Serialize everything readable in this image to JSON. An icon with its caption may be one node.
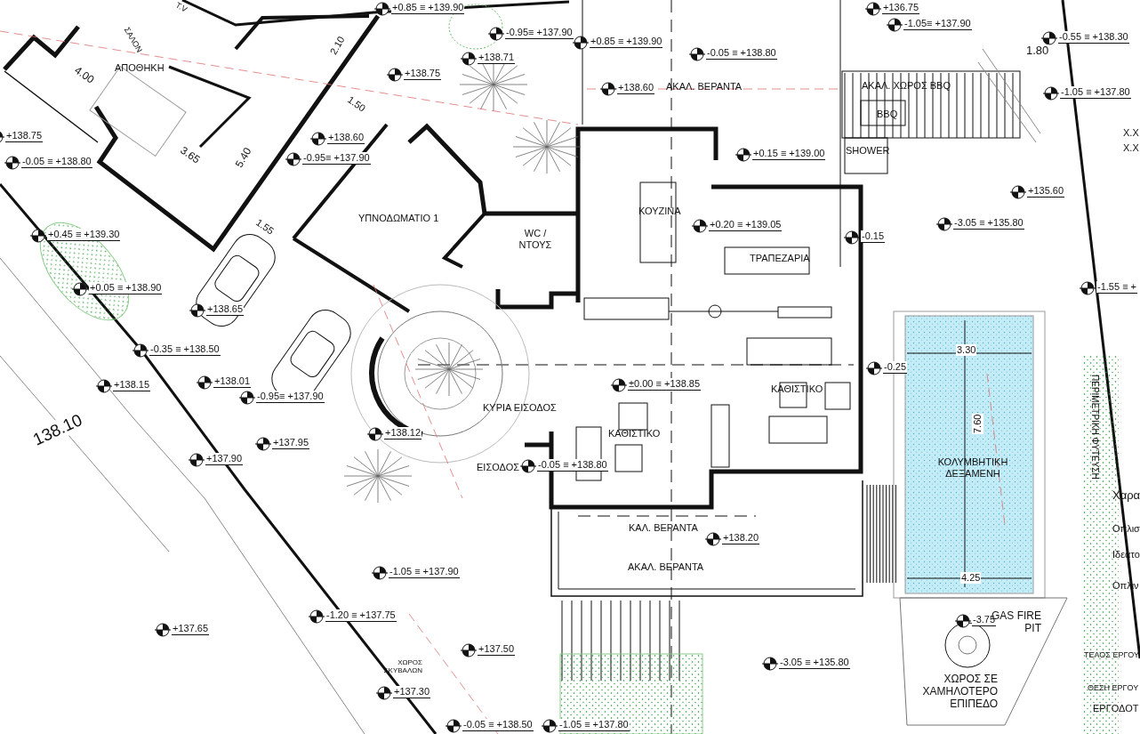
{
  "diagram": {
    "labels": [
      "+0.85 ≡ +139.90",
      "T.V",
      "+136.75",
      "-1.05≡ +137.90",
      "ΣΑΛΟΝ",
      "-0.95≡ +137.90",
      "-0.55 ≡ +138.30",
      "+0.85 ≡ +139.90",
      "2.10",
      "-0.05 ≡ +138.80",
      "1.80",
      "+138.71",
      "4.00",
      "+138.75",
      "ΑΠΟΘΗΚΗ",
      "ΑΚΑΛ. ΧΩΡΟΣ BBQ",
      "+138.60",
      "ΑΚΑΛ. ΒΕΡΑΝΤΑ",
      "-1.05 ≡ +137.80",
      "1.50",
      "BBQ",
      "X.X",
      "X.X",
      "+138.75",
      "+138.60",
      "+0.15 ≡ +139.00",
      "SHOWER",
      "3.65",
      "-0.95≡ +137.90",
      "5.40",
      "-0.05 ≡ +138.80",
      "+135.60",
      "ΚΟΥΖΙΝΑ",
      "ΥΠΝΟΔΩΜΑΤΙΟ 1",
      "-3.05 ≡ +135.80",
      "+0.20 ≡ +139.05",
      "1.55",
      "WC / ΝΤΟΥΣ",
      "+0.45 ≡ +139.30",
      "-0.15",
      "ΤΡΑΠΕΖΑΡΙΑ",
      "-1.55 ≡ +",
      "+0.05 ≡ +138.90",
      "+138.65",
      "3.30",
      "-0.35 ≡ +138.50",
      "-0.25",
      "+138.01",
      "±0.00 ≡ +138.85",
      "+138.15",
      "ΚΑΘΙΣΤΙΚΟ",
      "-0.95≡ +137.90",
      "ΚΥΡΙΑ ΕΙΣΟΔΟΣ",
      "7.60",
      "138.10",
      "ΚΑΘΙΣΤΙΚΟ",
      "+138.12",
      "+137.95",
      "ΠΕΡΙΜΕΤΡΙΚΗ ΦΥΤΕΥΣΗ",
      "+137.90",
      "ΚΟΛΥΜΒΗΤΙΚΗ ΔΕΞΑΜΕΝΗ",
      "ΕΙΣΟΔΟΣ",
      "-0.05 ≡ +138.80",
      "Χαρα",
      "ΚΑΛ. ΒΕΡΑΝΤΑ",
      "+138.20",
      "Οπλισ",
      "Ιδεατο",
      "ΑΚΑΛ. ΒΕΡΑΝΤΑ",
      "-1.05 ≡ +137.90",
      "4.25",
      "Οπλιν",
      "-1.20 ≡ +137.75",
      "-3.75",
      "GAS FIRE PIT",
      "+137.65",
      "ΤΕΛΟΣ ΕΡΓΟΥ",
      "+137.50",
      "-3.05 ≡ +135.80",
      "ΧΩΡΟΣ ΣΚΥΒΑΛΩΝ",
      "ΘΕΣΗ ΕΡΓΟΥ",
      "ΧΩΡΟΣ ΣΕ ΧΑΜΗΛΟΤΕΡΟ ΕΠΙΠΕΔΟ",
      "+137.30",
      "ΕΡΓΟΔΟΤ",
      "-0.05 ≡ +138.50",
      "-1.05 ≡ +137.80"
    ]
  }
}
